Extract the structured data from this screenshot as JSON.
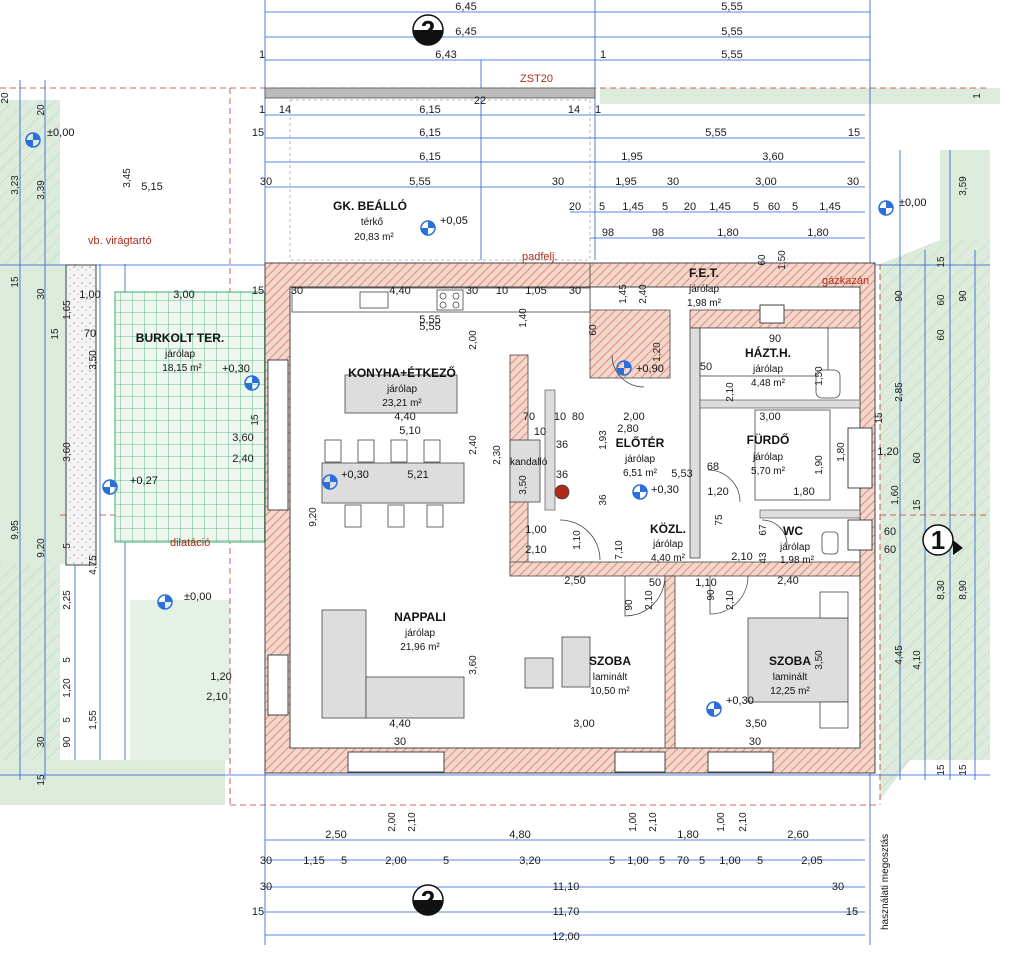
{
  "colors": {
    "dimension_line": "#1f5fd6",
    "wall_hatch": "#d9735a",
    "grass": "#dcebdc",
    "tile_grid": "#3fa86e",
    "annotation_red": "#b02a1a",
    "level_marker": "#2a6fdb"
  },
  "icons": [
    "section-axis-2-icon",
    "section-axis-1-icon",
    "level-marker-icon"
  ],
  "rooms": {
    "gk": {
      "name": "GK. BEÁLLÓ",
      "material": "térkő",
      "area": "20,83 m²"
    },
    "burkolt": {
      "name": "BURKOLT TER.",
      "material": "járólap",
      "area": "18,15 m²"
    },
    "konyha": {
      "name": "KONYHA+ÉTKEZŐ",
      "material": "járólap",
      "area": "23,21 m²"
    },
    "fet": {
      "name": "F.E.T.",
      "material": "járólap",
      "area": "1,98 m²"
    },
    "haztar": {
      "name": "HÁZT.H.",
      "material": "járólap",
      "area": "4,48 m²"
    },
    "furdo": {
      "name": "FÜRDŐ",
      "material": "járólap",
      "area": "5,70 m²"
    },
    "eloter": {
      "name": "ELŐTÉR",
      "material": "járólap",
      "area": "6,51 m²"
    },
    "kozl": {
      "name": "KÖZL.",
      "material": "járólap",
      "area": "4,40 m²"
    },
    "wc": {
      "name": "WC",
      "material": "járólap",
      "area": "1,98 m²"
    },
    "nappali": {
      "name": "NAPPALI",
      "material": "járólap",
      "area": "21,96 m²"
    },
    "szoba1": {
      "name": "SZOBA",
      "material": "laminált",
      "area": "10,50 m²"
    },
    "szoba2": {
      "name": "SZOBA",
      "material": "laminált",
      "area": "12,25 m²"
    }
  },
  "annotations": {
    "zst": "ZST20",
    "viragtarto": "vb. virágtartó",
    "padfelj": "padfelj.",
    "gazkazan": "gázkazán",
    "dilatacio": "dilatáció",
    "kandallo": "kandalló",
    "megosztas": "használati megosztás",
    "axis_2": "2",
    "axis_1": "1"
  },
  "levels": {
    "l1": "±0,00",
    "l2": "+0,05",
    "l3": "±0,00",
    "l4": "+0,30",
    "l5": "+0,30",
    "l6": "+0,27",
    "l7": "±0,00",
    "l8": "+0,90",
    "l9": "+0,30",
    "l10": "+0,30"
  },
  "dims": {
    "top": {
      "r1a": "6,45",
      "r1b": "5,55",
      "r2a": "6,45",
      "r2b": "5,55",
      "r3a": "1",
      "r3b": "6,43",
      "r3c": "1",
      "r3d": "5,55",
      "r4a": "1",
      "r4b": "14",
      "r4c": "6,15",
      "r4d": "22",
      "r4e": "14",
      "r4f": "1",
      "r5a": "15",
      "r5b": "6,15",
      "r5c": "5,55",
      "r5d": "15",
      "r6a": "6,15",
      "r6b": "1,95",
      "r6c": "3,60",
      "r7a": "30",
      "r7b": "5,55",
      "r7c": "30",
      "r7d": "1,95",
      "r7e": "30",
      "r7f": "3,00",
      "r7g": "30",
      "r8a": "20",
      "r8b": "5",
      "r8c": "1,45",
      "r8d": "5",
      "r8e": "20",
      "r8f": "1,45",
      "r8g": "5",
      "r8h": "60",
      "r8i": "5",
      "r8j": "1,45",
      "r9a": "98",
      "r9b": "98",
      "r9c": "1,80",
      "r9d": "1,80",
      "r10a": "15",
      "r10b": "30",
      "r10c": "4,40",
      "r10d": "30",
      "r10e": "10",
      "r10f": "1,05",
      "r10g": "30",
      "r11": "5,55"
    },
    "bottom": {
      "b1a": "2,50",
      "b1b": "4,80",
      "b1c": "1,80",
      "b1d": "2,60",
      "b2a": "30",
      "b2b": "1,15",
      "b2c": "5",
      "b2d": "2,00",
      "b2e": "5",
      "b2f": "3,20",
      "b2g": "5",
      "b2h": "1,00",
      "b2i": "5",
      "b2j": "70",
      "b2k": "5",
      "b2l": "1,00",
      "b2m": "5",
      "b2n": "2,05",
      "b3a": "30",
      "b3b": "11,10",
      "b3c": "30",
      "b4a": "15",
      "b4b": "11,70",
      "b4c": "15",
      "b5": "12,00",
      "v1": "2,00",
      "v2": "2,10",
      "v3": "1,00",
      "v4": "2,10",
      "v5": "1,00",
      "v6": "2,10"
    },
    "left": {
      "l1": "20",
      "l2": "3,23",
      "l3": "3,39",
      "l4": "3,45",
      "l5": "15",
      "l6": "30",
      "l7": "1,65",
      "l8": "15",
      "l9": "3,50",
      "l10": "3,60",
      "l11": "9,95",
      "l12": "9,20",
      "l13": "5",
      "l14": "4,75",
      "l15": "2,25",
      "l16": "1,20",
      "l17": "1,55",
      "l18": "30",
      "l19": "90",
      "l20": "15",
      "l21": "5",
      "l22": "5",
      "h1": "5,15",
      "h2": "1,00",
      "h3": "3,00",
      "h4": "70",
      "h5": "1,20",
      "h6": "2,10"
    },
    "right": {
      "r1": "1",
      "r2": "3,59",
      "r3": "15",
      "r4": "90",
      "r5": "60",
      "r6": "90",
      "r7": "60",
      "r8": "2,85",
      "r9": "15",
      "r10": "1,20",
      "r11": "60",
      "r12": "1,60",
      "r13": "15",
      "r14": "60",
      "r15": "60",
      "r16": "8,30",
      "r17": "8,90",
      "r18": "4,45",
      "r19": "4,10",
      "r20": "15",
      "r21": "15"
    },
    "interior": {
      "i1": "5,55",
      "i2": "4,40",
      "i3": "5,10",
      "i4": "5,21",
      "i5": "3,60",
      "i6": "2,40",
      "i7": "2,00",
      "i8": "2,40",
      "i9": "9,20",
      "i10": "1,40",
      "i11": "2,30",
      "i12": "3,50",
      "i13": "2,80",
      "i14": "2,00",
      "i15": "1,93",
      "i16": "5,53",
      "i17": "1,20",
      "i18": "1,80",
      "i19": "1,00",
      "i20": "2,10",
      "i21": "1,10",
      "i22": "7,10",
      "i23": "2,50",
      "i24": "2,40",
      "i25": "3,60",
      "i26": "3,00",
      "i27": "3,50",
      "i28": "4,40",
      "i29": "30",
      "i30": "30",
      "i31": "2,10",
      "i32": "1,90",
      "i33": "1,80",
      "i34": "3,00",
      "i35": "3,50",
      "i36": "90",
      "i37": "1,50",
      "i38": "2,10",
      "i39": "2,10",
      "i40": "90",
      "i41": "90",
      "i42": "2,10",
      "i43": "1,45",
      "i44": "2,40",
      "i45": "60",
      "i46": "1,50",
      "i47": "1,20",
      "i48": "70",
      "i49": "10",
      "i50": "80",
      "i51": "10",
      "i52": "36",
      "i53": "36",
      "i54": "36",
      "i55": "68",
      "i56": "60",
      "i57": "50",
      "i58": "50",
      "i59": "1,10",
      "i60": "43",
      "i61": "67",
      "i62": "75",
      "i63": "15"
    }
  }
}
